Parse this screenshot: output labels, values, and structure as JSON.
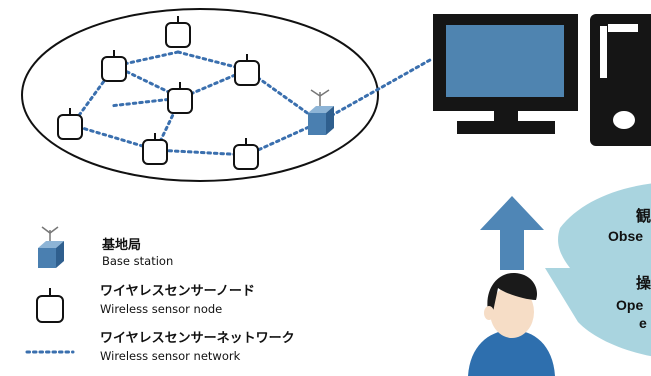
{
  "colors": {
    "node_stroke": "#111111",
    "network_dots": "#3a6fae",
    "base_station": "#4a7fb0",
    "monitor": "#151515",
    "screen": "#4f84b0",
    "arrow": "#4f86b6",
    "bubble": "#a9d4df",
    "person_skin": "#f6ddc6",
    "person_hair": "#1a1a1a",
    "person_shirt": "#2e6fae"
  },
  "legend": {
    "base_station_jp": "基地局",
    "base_station_en": "Base station",
    "sensor_node_jp": "ワイヤレスセンサーノード",
    "sensor_node_en": "Wireless sensor node",
    "sensor_network_jp": "ワイヤレスセンサーネットワーク",
    "sensor_network_en": "Wireless sensor network"
  },
  "bubble": {
    "line1": "観",
    "line2": "Obse",
    "line3": "操",
    "line4": "Ope",
    "line5": "e"
  }
}
